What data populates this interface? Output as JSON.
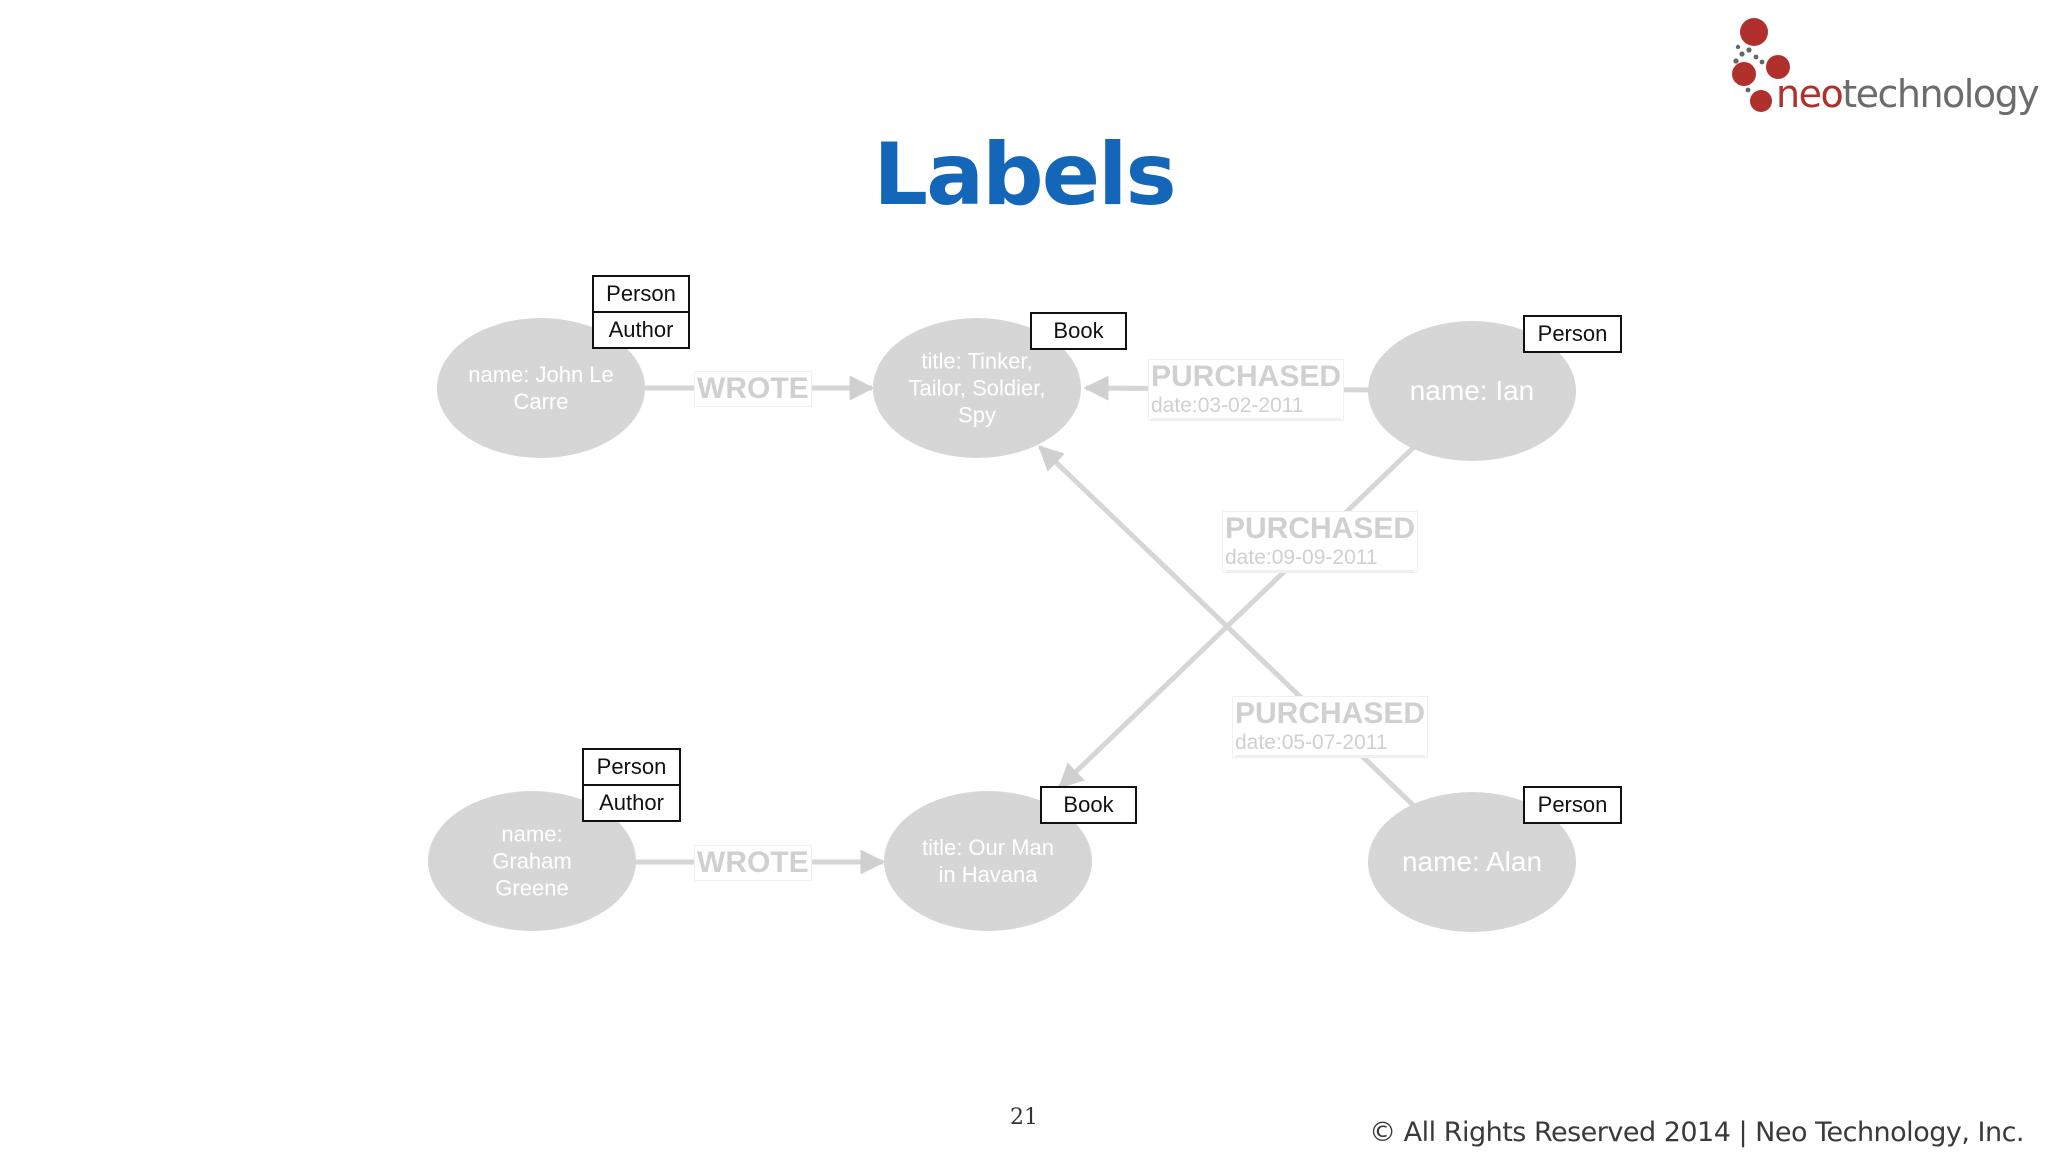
{
  "slide": {
    "title": "Labels",
    "page_number": "21",
    "copyright": "© All Rights Reserved 2014 | Neo Technology, Inc."
  },
  "logo": {
    "part1": "neo",
    "part2": "technology"
  },
  "colors": {
    "title": "#1466b8",
    "node_fill": "#d6d6d6",
    "relationship": "#d0d0d0",
    "logo_red": "#b0302c"
  },
  "nodes": {
    "john": {
      "text": "name: John Le Carre",
      "labels": [
        "Person",
        "Author"
      ]
    },
    "tinker": {
      "text": "title: Tinker, Tailor, Soldier, Spy",
      "labels": [
        "Book"
      ]
    },
    "ian": {
      "text": "name: Ian",
      "labels": [
        "Person"
      ]
    },
    "graham": {
      "text": "name: Graham Greene",
      "labels": [
        "Person",
        "Author"
      ]
    },
    "havana": {
      "text": "title: Our Man in Havana",
      "labels": [
        "Book"
      ]
    },
    "alan": {
      "text": "name: Alan",
      "labels": [
        "Person"
      ]
    }
  },
  "relationships": {
    "wrote1": {
      "type": "WROTE"
    },
    "wrote2": {
      "type": "WROTE"
    },
    "purchased1": {
      "type": "PURCHASED",
      "date": "date:03-02-2011"
    },
    "purchased2": {
      "type": "PURCHASED",
      "date": "date:09-09-2011"
    },
    "purchased3": {
      "type": "PURCHASED",
      "date": "date:05-07-2011"
    }
  }
}
